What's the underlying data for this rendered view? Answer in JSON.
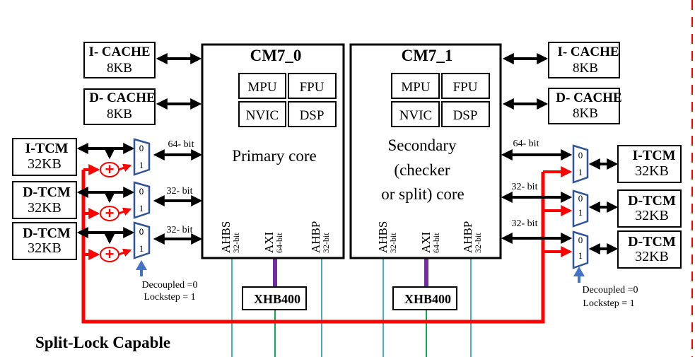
{
  "title": "Split-Lock Capable",
  "cores": [
    {
      "name": "CM7_0",
      "role_lines": [
        "Primary core"
      ],
      "units": [
        "MPU",
        "FPU",
        "NVIC",
        "DSP"
      ],
      "buses": [
        {
          "name": "AHBS",
          "width": "32-bit"
        },
        {
          "name": "AXI",
          "width": "64-bit"
        },
        {
          "name": "AHBP",
          "width": "32-bit"
        }
      ],
      "bridge": "XHB400"
    },
    {
      "name": "CM7_1",
      "role_lines": [
        "Secondary",
        "(checker",
        "or split) core"
      ],
      "units": [
        "MPU",
        "FPU",
        "NVIC",
        "DSP"
      ],
      "buses": [
        {
          "name": "AHBS",
          "width": "32-bit"
        },
        {
          "name": "AXI",
          "width": "64-bit"
        },
        {
          "name": "AHBP",
          "width": "32-bit"
        }
      ],
      "bridge": "XHB400"
    }
  ],
  "caches": {
    "left": [
      {
        "name": "I- CACHE",
        "size": "8KB"
      },
      {
        "name": "D- CACHE",
        "size": "8KB"
      }
    ],
    "right": [
      {
        "name": "I- CACHE",
        "size": "8KB"
      },
      {
        "name": "D- CACHE",
        "size": "8KB"
      }
    ]
  },
  "tcms": {
    "left": [
      {
        "name": "I-TCM",
        "size": "32KB",
        "bus_width": "64- bit"
      },
      {
        "name": "D-TCM",
        "size": "32KB",
        "bus_width": "32- bit"
      },
      {
        "name": "D-TCM",
        "size": "32KB",
        "bus_width": "32- bit"
      }
    ],
    "right": [
      {
        "name": "I-TCM",
        "size": "32KB",
        "bus_width": "64- bit"
      },
      {
        "name": "D-TCM",
        "size": "32KB",
        "bus_width": "32- bit"
      },
      {
        "name": "D-TCM",
        "size": "32KB",
        "bus_width": "32- bit"
      }
    ]
  },
  "mux_inputs": [
    "0",
    "1"
  ],
  "mux_select": {
    "line1": "Decoupled =0",
    "line2": "Lockstep = 1"
  },
  "colors": {
    "lockstep_path": "#ff0000",
    "mux_outline": "#2f5597",
    "select_arrow": "#4472c4",
    "ahb_bus": "#4bacc6",
    "axi_bus": "#7030a0",
    "bridge_out": "#00b050",
    "boundary_dash": "#ff0000"
  }
}
